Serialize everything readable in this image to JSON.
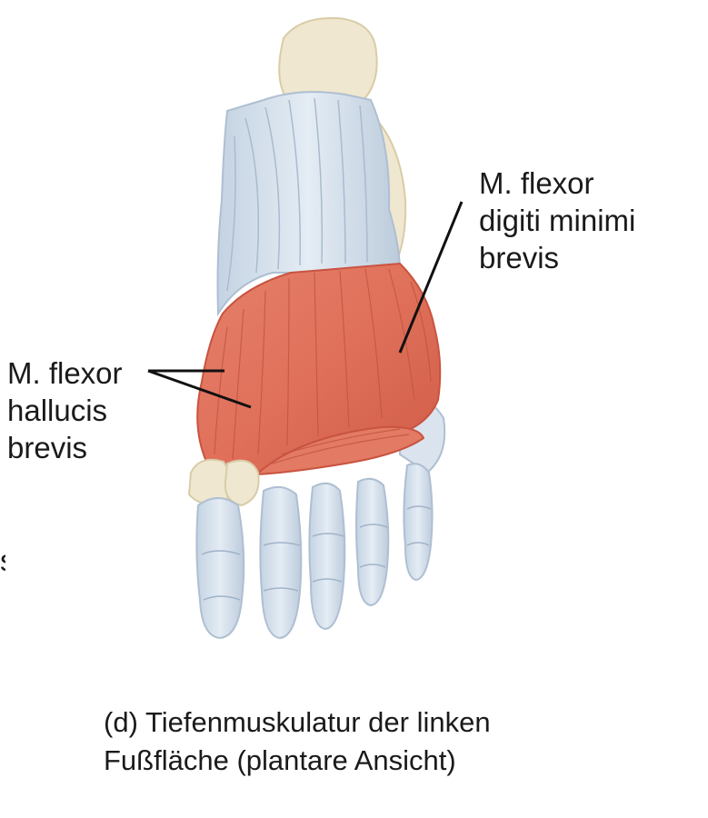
{
  "labels": {
    "flexor_digiti_minimi_brevis": [
      "M. flexor",
      "digiti minimi",
      "brevis"
    ],
    "flexor_hallucis_brevis": [
      "M. flexor",
      "hallucis",
      "brevis"
    ]
  },
  "caption": [
    "(d) Tiefenmuskulatur der linken",
    "Fußfläche (plantare Ansicht)"
  ],
  "cut_glyph": "s",
  "colors": {
    "muscle": "#e0705a",
    "muscle_dark": "#c9533f",
    "tendon": "#d6e1ec",
    "tendon_shade": "#aebfd2",
    "bone": "#efe7cf",
    "bone_shade": "#d8cca8",
    "leader_line": "#111111"
  }
}
